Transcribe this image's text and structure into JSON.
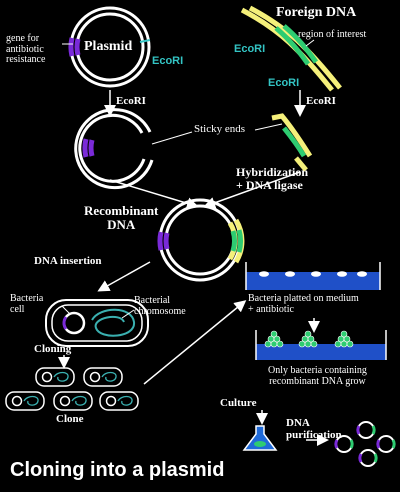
{
  "title": "Cloning into a plasmid",
  "labels": {
    "gene": [
      "gene for",
      "antibiotic",
      "resistance"
    ],
    "plasmid": "Plasmid",
    "ecori": "EcoRI",
    "foreign_dna": "Foreign DNA",
    "region_of_interest": "region of interest",
    "sticky_ends": "Sticky ends",
    "hybridization": [
      "Hybridization",
      "+ DNA ligase"
    ],
    "recombinant_dna": [
      "Recombinant",
      "DNA"
    ],
    "dna_insertion": "DNA insertion",
    "bacteria_cell": [
      "Bacteria",
      "cell"
    ],
    "bacterial_chromosome": [
      "Bacterial",
      "chromosome"
    ],
    "cloning": "Cloning",
    "clone": "Clone",
    "plated": [
      "Bacteria platted on medium",
      "+ antibiotic"
    ],
    "only_bacteria": [
      "Only bacteria containing",
      "recombinant DNA grow"
    ],
    "culture": "Culture",
    "dna_purification": [
      "DNA",
      "purification"
    ]
  },
  "colors": {
    "background": "#000000",
    "resistance_gene": "#7a2ad8",
    "foreign_dna": "#f5f07a",
    "region_of_interest": "#2ecc71",
    "enzyme_label": "#33c4c4",
    "plate_medium": "#1f50c8",
    "bacterial_chromosome": "#3ab0b0"
  }
}
